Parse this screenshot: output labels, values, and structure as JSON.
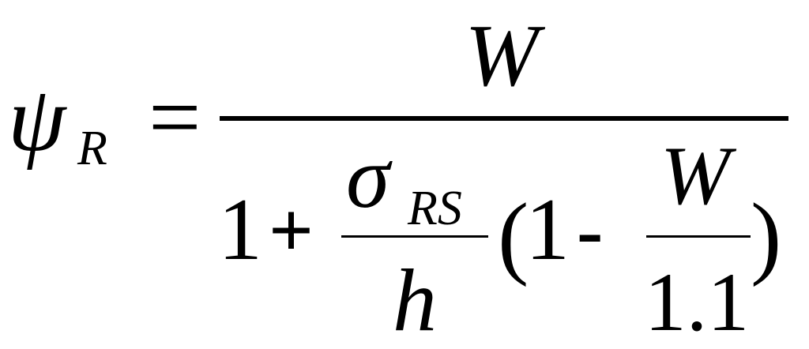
{
  "formula": {
    "lhs_symbol": "ψ",
    "lhs_subscript": "R",
    "equals": "=",
    "numerator": "W",
    "denominator": {
      "one": "1",
      "plus": "+",
      "inner_fraction": {
        "numerator_symbol": "σ",
        "numerator_subscript": "RS",
        "denominator": "h"
      },
      "open_paren": "(",
      "one_inner": "1",
      "minus": "-",
      "second_fraction": {
        "numerator": "W",
        "denominator": "1.1"
      },
      "close_paren": ")"
    }
  },
  "colors": {
    "ink": "#000000",
    "background": "#ffffff"
  }
}
